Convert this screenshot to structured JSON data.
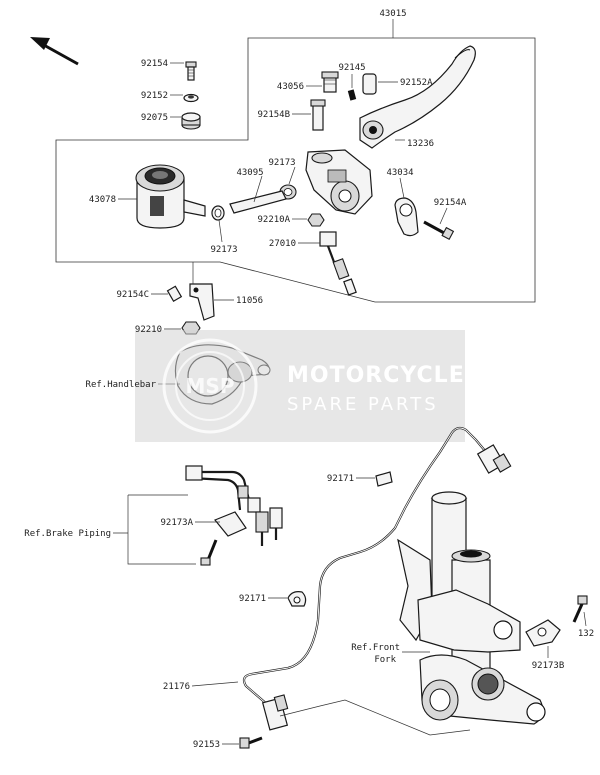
{
  "labels": {
    "l43015": "43015",
    "l92154": "92154",
    "l92152": "92152",
    "l92075": "92075",
    "l43078": "43078",
    "l92173_top": "92173",
    "l43095": "43095",
    "l92173_bottom": "92173",
    "l43056": "43056",
    "l92154B": "92154B",
    "l92145": "92145",
    "l92152A": "92152A",
    "l13236": "13236",
    "l43034": "43034",
    "l92154A": "92154A",
    "l92210A": "92210A",
    "l27010": "27010",
    "l92154C": "92154C",
    "l11056": "11056",
    "l92210": "92210",
    "ref_handlebar": "Ref.Handlebar",
    "l92171_a": "92171",
    "ref_brake_piping": "Ref.Brake Piping",
    "l92173A": "92173A",
    "l92171_b": "92171",
    "l21176": "21176",
    "l92153": "92153",
    "ref_front_fork_1": "Ref.Front",
    "ref_front_fork_2": "Fork",
    "l132": "132",
    "l92173B": "92173B"
  },
  "watermark": {
    "line1": "MOTORCYCLE",
    "line2": "SPARE PARTS",
    "logo_text": "MSP"
  },
  "icons": {
    "direction_arrow": "arrow-up-left-icon"
  }
}
